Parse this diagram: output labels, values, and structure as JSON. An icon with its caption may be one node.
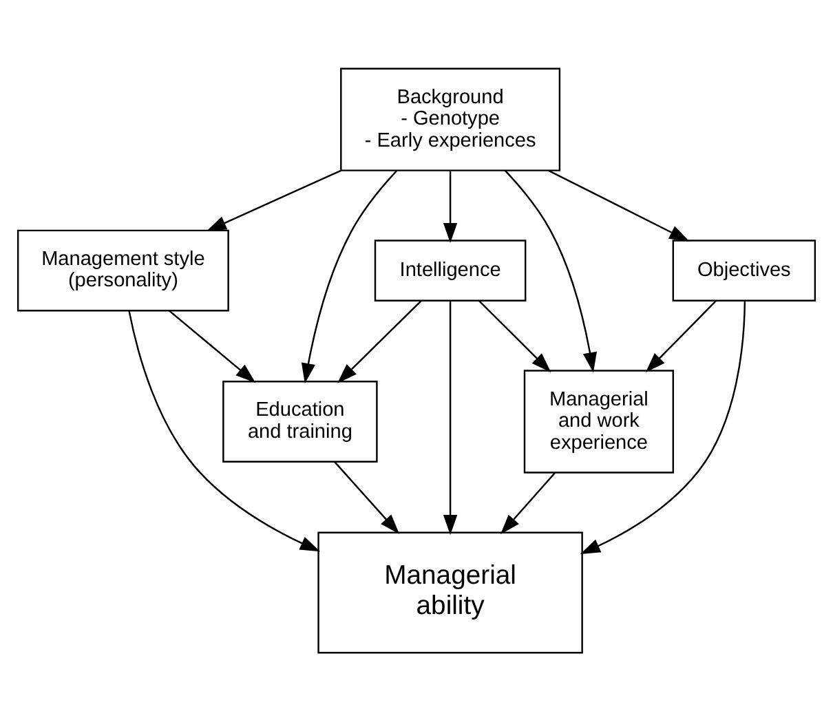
{
  "diagram": {
    "nodes": [
      {
        "text": [
          "Background",
          "- Genotype",
          "- Early experiences"
        ]
      },
      {
        "text": [
          "Management style (personality)"
        ]
      },
      {
        "text": [
          "Intelligence"
        ]
      },
      {
        "text": [
          "Objectives"
        ]
      },
      {
        "text": [
          "Education and training"
        ]
      },
      {
        "text": [
          "Managerial and work experience"
        ]
      },
      {
        "text": [
          "Managerial ability"
        ]
      }
    ],
    "edges": [
      {
        "from": 0,
        "to": 1,
        "arrow": "to"
      },
      {
        "from": 0,
        "to": 4,
        "arrow": "to"
      },
      {
        "from": 0,
        "to": 2,
        "arrow": "to"
      },
      {
        "from": 0,
        "to": 5,
        "arrow": "to"
      },
      {
        "from": 0,
        "to": 3,
        "arrow": "to"
      },
      {
        "from": 1,
        "to": 4,
        "arrow": "to"
      },
      {
        "from": 2,
        "to": 4,
        "arrow": "to"
      },
      {
        "from": 2,
        "to": 6,
        "arrow": "to"
      },
      {
        "from": 2,
        "to": 5,
        "arrow": "to"
      },
      {
        "from": 3,
        "to": 5,
        "arrow": "to"
      },
      {
        "from": 4,
        "to": 6,
        "arrow": "to"
      },
      {
        "from": 5,
        "to": 6,
        "arrow": "to"
      },
      {
        "from": 1,
        "to": 6,
        "arrow": "to"
      },
      {
        "from": 3,
        "to": 6,
        "arrow": "to"
      }
    ]
  }
}
